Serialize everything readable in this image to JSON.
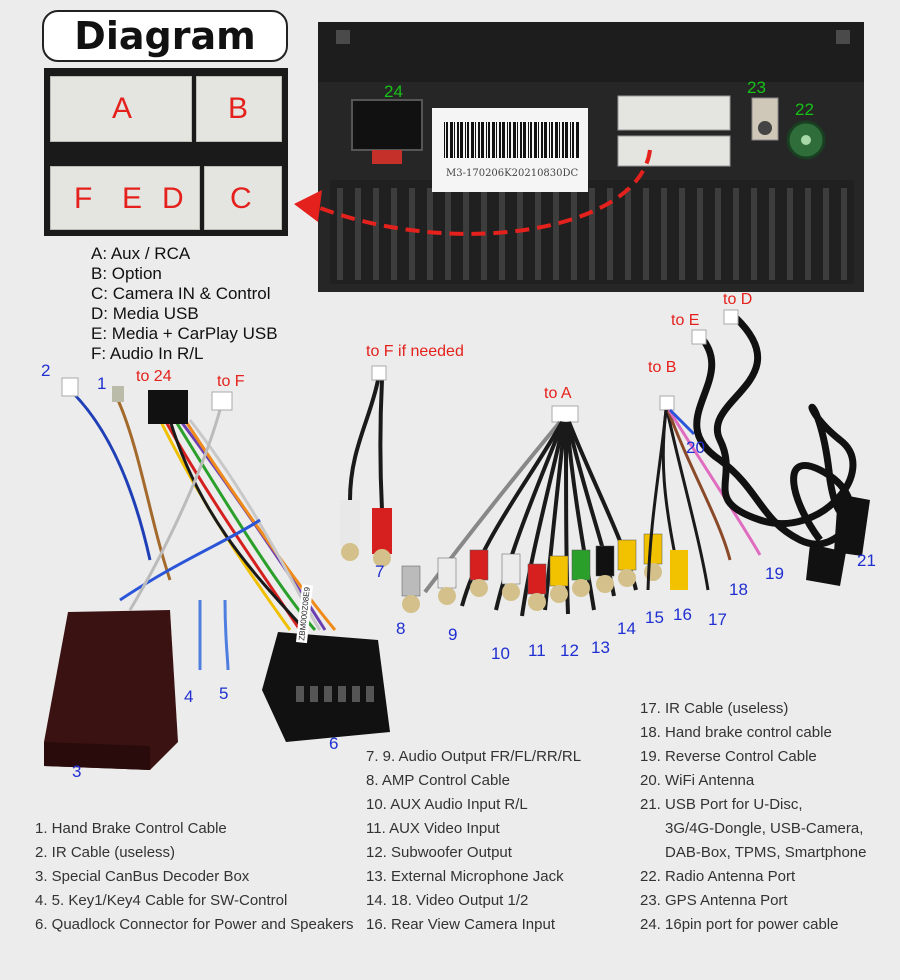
{
  "title": "Diagram",
  "connectors": [
    "A",
    "B",
    "F",
    "E",
    "D",
    "C"
  ],
  "connector_legend": [
    "A: Aux / RCA",
    "B: Option",
    "C: Camera IN & Control",
    "D: Media USB",
    "E: Media + CarPlay USB",
    "F: Audio In R/L"
  ],
  "head_unit": {
    "ports": [
      "24",
      "23",
      "22"
    ],
    "serial": "M3-170206K20210830DC"
  },
  "tags": {
    "to_24": "to 24",
    "to_f": "to F",
    "to_f_if_needed": "to F if needed",
    "to_a": "to A",
    "to_b": "to B",
    "to_e": "to E",
    "to_d": "to D"
  },
  "numbers": [
    "1",
    "2",
    "3",
    "4",
    "5",
    "6",
    "7",
    "8",
    "9",
    "10",
    "11",
    "12",
    "13",
    "14",
    "15",
    "16",
    "17",
    "18",
    "19",
    "20",
    "21"
  ],
  "decoder_label": "ZBM000Z08E9",
  "captions_left": [
    "1. Hand Brake Control Cable",
    "2. IR Cable (useless)",
    "3. Special CanBus Decoder Box",
    "4. 5. Key1/Key4 Cable for SW-Control",
    "6. Quadlock Connector for Power and Speakers"
  ],
  "captions_middle": [
    "7. 9. Audio Output FR/FL/RR/RL",
    "8. AMP Control Cable",
    "10. AUX Audio Input R/L",
    "11. AUX Video Input",
    "12. Subwoofer Output",
    "13. External Microphone Jack",
    "14. 18. Video Output 1/2",
    "16. Rear View Camera Input"
  ],
  "captions_right": [
    "17. IR Cable (useless)",
    "18. Hand brake control cable",
    "19. Reverse Control Cable",
    "20. WiFi Antenna",
    "21. USB Port for U-Disc,",
    "3G/4G-Dongle, USB-Camera,",
    "DAB-Box, TPMS, Smartphone",
    "22. Radio Antenna Port",
    "23. GPS Antenna Port",
    "24. 16pin port for power cable"
  ],
  "colors": {
    "callout_red": "#e4211c",
    "number_blue": "#1f2fd1",
    "port_green": "#16c216",
    "background": "#ececec"
  }
}
